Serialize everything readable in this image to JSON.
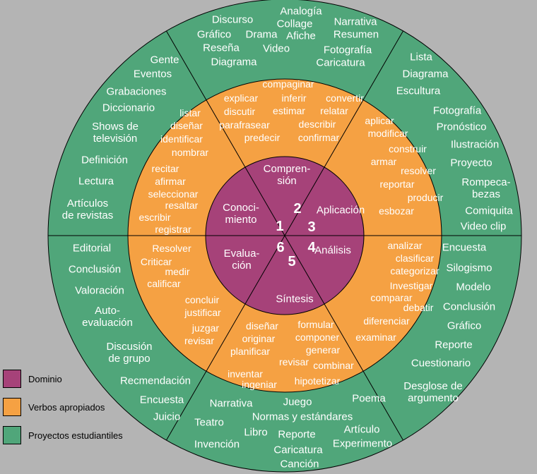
{
  "colors": {
    "background": "#b4b4b4",
    "domain": "#a64279",
    "verbs": "#f5a143",
    "projects": "#50a67a",
    "wheel_text": "#ffffff",
    "outline": "#000000"
  },
  "legend": {
    "items": [
      {
        "label": "Dominio",
        "color": "#a64279"
      },
      {
        "label": "Verbos apropiados",
        "color": "#f5a143"
      },
      {
        "label": "Proyectos estudiantiles",
        "color": "#50a67a"
      }
    ]
  },
  "wheel": {
    "domains": {
      "conocimiento": {
        "label": "Conoci-\nmiento",
        "number": "1"
      },
      "comprension": {
        "label": "Compren-\nsión",
        "number": "2"
      },
      "aplicacion": {
        "label": "Aplicación",
        "number": "3"
      },
      "analisis": {
        "label": "Análisis",
        "number": "4"
      },
      "sintesis": {
        "label": "Síntesis",
        "number": "5"
      },
      "evaluacion": {
        "label": "Evalua-\nción",
        "number": "6"
      }
    },
    "verbs": {
      "comprension": [
        "compaginar",
        "explicar",
        "inferir",
        "convertir",
        "discutir",
        "estimar",
        "relatar",
        "parafrasear",
        "describir",
        "predecir",
        "confirmar"
      ],
      "conocimiento": [
        "listar",
        "diseñar",
        "identificar",
        "nombrar",
        "recitar",
        "afirmar",
        "seleccionar",
        "resaltar",
        "escribir",
        "registrar"
      ],
      "aplicacion": [
        "aplicar",
        "modificar",
        "construir",
        "armar",
        "resolver",
        "reportar",
        "producir",
        "esbozar"
      ],
      "analisis": [
        "analizar",
        "clasificar",
        "categorizar",
        "Investigar",
        "comparar",
        "debatir",
        "diferenciar",
        "examinar"
      ],
      "sintesis": [
        "diseñar",
        "formular",
        "originar",
        "componer",
        "planificar",
        "generar",
        "revisar",
        "combinar",
        "inventar",
        "ingeniar",
        "hipotetizar"
      ],
      "evaluacion": [
        "Resolver",
        "Criticar",
        "medir",
        "calificar",
        "concluir",
        "justificar",
        "juzgar",
        "revisar"
      ]
    },
    "projects": {
      "comprension": [
        "Analogía",
        "Discurso",
        "Collage",
        "Narrativa",
        "Gráfico",
        "Drama",
        "Afiche",
        "Resumen",
        "Reseña",
        "Video",
        "Fotografía",
        "Diagrama",
        "Caricatura"
      ],
      "conocimiento": [
        "Gente",
        "Eventos",
        "Grabaciones",
        "Diccionario",
        "Shows de\ntelevisión",
        "Definición",
        "Lectura",
        "Artículos\nde revistas"
      ],
      "aplicacion": [
        "Lista",
        "Diagrama",
        "Escultura",
        "Fotografía",
        "Pronóstico",
        "Ilustración",
        "Proyecto",
        "Rompeca-\nbezas",
        "Comiquita",
        "Video clip"
      ],
      "analisis": [
        "Encuesta",
        "Silogismo",
        "Modelo",
        "Conclusión",
        "Gráfico",
        "Reporte",
        "Cuestionario",
        "Desglose de\nargumento"
      ],
      "sintesis": [
        "Narrativa",
        "Juego",
        "Teatro",
        "Normas y estándares",
        "Libro",
        "Invención",
        "Reporte",
        "Caricatura",
        "Canción",
        "Poema",
        "Artículo",
        "Experimento"
      ],
      "evaluacion": [
        "Editorial",
        "Conclusión",
        "Valoración",
        "Auto-\nevaluación",
        "Discusión\nde grupo",
        "Recmendación",
        "Encuesta",
        "Juicio"
      ]
    }
  }
}
